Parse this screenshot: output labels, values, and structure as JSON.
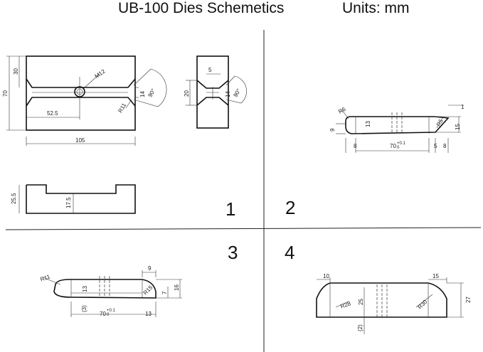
{
  "header": {
    "title": "UB-100 Dies Schemetics",
    "units": "Units: mm"
  },
  "quadrants": [
    "1",
    "2",
    "3",
    "4"
  ],
  "die1": {
    "front_dims": [
      "70",
      "30",
      "52.5",
      "105",
      "M12",
      "R11",
      "14",
      "90°"
    ],
    "side_dims": [
      "5",
      "20",
      "14",
      "90°"
    ],
    "bottom_dims": [
      "25.5",
      "17.5"
    ]
  },
  "die2": {
    "dims": [
      "R6",
      "9",
      "13",
      "8",
      "70",
      "+0.1",
      "0",
      "5",
      "8",
      "1",
      "15",
      "R5"
    ]
  },
  "die3": {
    "dims": [
      "R11",
      "13",
      "(3)",
      "70",
      "+0.1",
      "0",
      "13",
      "9",
      "R15",
      "7",
      "16"
    ]
  },
  "die4": {
    "dims": [
      "10",
      "15",
      "R28",
      "25",
      "R30",
      "(2)",
      "27"
    ]
  }
}
